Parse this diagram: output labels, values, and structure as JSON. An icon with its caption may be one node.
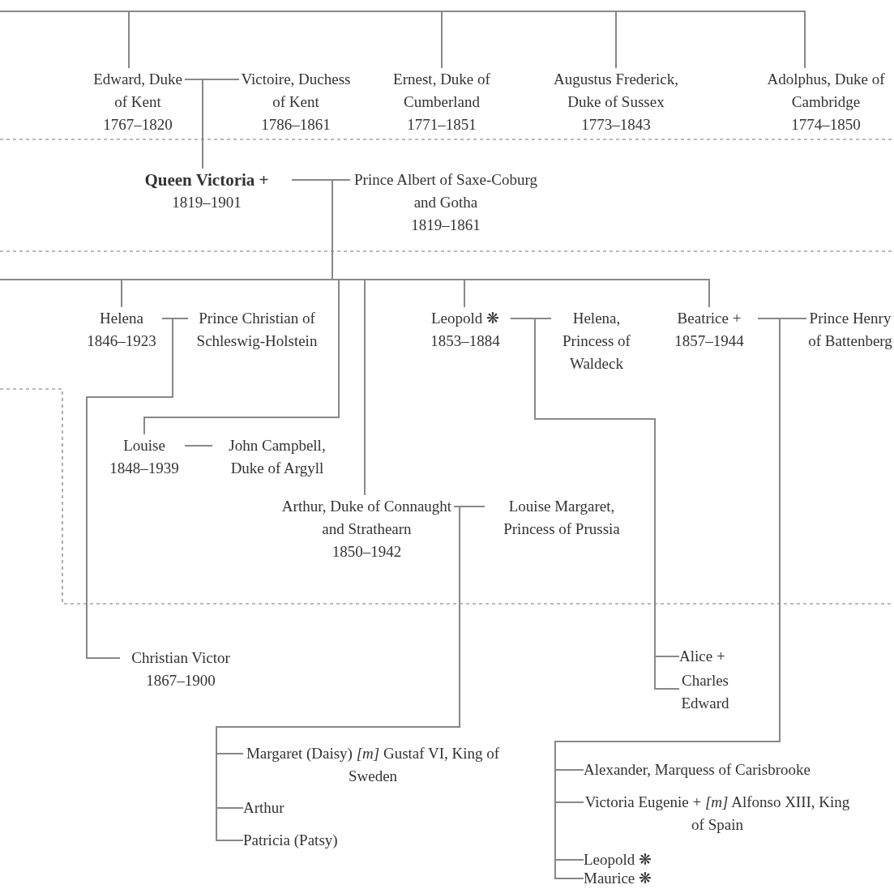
{
  "diagram": {
    "nodes": [
      {
        "text": [
          "Edward, Duke of Kent",
          "1767–1820"
        ]
      },
      {
        "text": [
          "Victoire, Duchess of Kent",
          "1786–1861"
        ]
      },
      {
        "text": [
          "Ernest, Duke of Cumberland",
          "1771–1851"
        ]
      },
      {
        "text": [
          "Augustus Frederick, Duke of Sussex",
          "1773–1843"
        ]
      },
      {
        "text": [
          "Adolphus, Duke of Cambridge",
          "1774–1850"
        ]
      },
      {
        "text": [
          "Queen Victoria +",
          "1819–1901"
        ]
      },
      {
        "text": [
          "Prince Albert of Saxe-Coburg and Gotha",
          "1819–1861"
        ]
      },
      {
        "text": [
          "Helena",
          "1846–1923"
        ]
      },
      {
        "text": [
          "Prince Christian of Schleswig-Holstein"
        ]
      },
      {
        "text": [
          "Louise",
          "1848–1939"
        ]
      },
      {
        "text": [
          "John Campbell, Duke of Argyll"
        ]
      },
      {
        "text": [
          "Arthur, Duke of Connaught and Strathearn",
          "1850–1942"
        ]
      },
      {
        "text": [
          "Louise Margaret, Princess of Prussia"
        ]
      },
      {
        "text": [
          "Leopold ❋",
          "1853–1884"
        ]
      },
      {
        "text": [
          "Helena, Princess of Waldeck"
        ]
      },
      {
        "text": [
          "Beatrice +",
          "1857–1944"
        ]
      },
      {
        "text": [
          "Prince Henry of Battenberg"
        ]
      },
      {
        "text": [
          "Christian Victor",
          "1867–1900"
        ]
      },
      {
        "text": [
          "Alice +"
        ]
      },
      {
        "text": [
          "Charles Edward"
        ]
      },
      {
        "text": [
          "Margaret (Daisy) *[m]* Gustaf VI, King of Sweden"
        ]
      },
      {
        "text": [
          "Arthur"
        ]
      },
      {
        "text": [
          "Patricia (Patsy)"
        ]
      },
      {
        "text": [
          "Alexander, Marquess of Carisbrooke"
        ]
      },
      {
        "text": [
          "Victoria Eugenie + *[m]* Alfonso XIII, King of Spain"
        ]
      },
      {
        "text": [
          "Leopold ❋"
        ]
      },
      {
        "text": [
          "Maurice ❋"
        ]
      }
    ],
    "edges": [
      {
        "from": null,
        "to": 0,
        "arrow": "none"
      },
      {
        "from": null,
        "to": 2,
        "arrow": "none"
      },
      {
        "from": null,
        "to": 3,
        "arrow": "none"
      },
      {
        "from": null,
        "to": 4,
        "arrow": "none"
      },
      {
        "from": 0,
        "to": 1,
        "arrow": "none"
      },
      {
        "from": 0,
        "to": 5,
        "arrow": "none"
      },
      {
        "from": 1,
        "to": 5,
        "arrow": "none"
      },
      {
        "from": 5,
        "to": 6,
        "arrow": "none"
      },
      {
        "from": 5,
        "to": 7,
        "arrow": "none"
      },
      {
        "from": 6,
        "to": 7,
        "arrow": "none"
      },
      {
        "from": 5,
        "to": 9,
        "arrow": "none"
      },
      {
        "from": 6,
        "to": 9,
        "arrow": "none"
      },
      {
        "from": 5,
        "to": 11,
        "arrow": "none"
      },
      {
        "from": 6,
        "to": 11,
        "arrow": "none"
      },
      {
        "from": 5,
        "to": 13,
        "arrow": "none"
      },
      {
        "from": 6,
        "to": 13,
        "arrow": "none"
      },
      {
        "from": 5,
        "to": 15,
        "arrow": "none"
      },
      {
        "from": 6,
        "to": 15,
        "arrow": "none"
      },
      {
        "from": 7,
        "to": 8,
        "arrow": "none"
      },
      {
        "from": 9,
        "to": 10,
        "arrow": "none"
      },
      {
        "from": 11,
        "to": 12,
        "arrow": "none"
      },
      {
        "from": 13,
        "to": 14,
        "arrow": "none"
      },
      {
        "from": 15,
        "to": 16,
        "arrow": "none"
      },
      {
        "from": 7,
        "to": 17,
        "arrow": "none"
      },
      {
        "from": 8,
        "to": 17,
        "arrow": "none"
      },
      {
        "from": 11,
        "to": 20,
        "arrow": "none"
      },
      {
        "from": 12,
        "to": 20,
        "arrow": "none"
      },
      {
        "from": 11,
        "to": 21,
        "arrow": "none"
      },
      {
        "from": 12,
        "to": 21,
        "arrow": "none"
      },
      {
        "from": 11,
        "to": 22,
        "arrow": "none"
      },
      {
        "from": 12,
        "to": 22,
        "arrow": "none"
      },
      {
        "from": 13,
        "to": 18,
        "arrow": "none"
      },
      {
        "from": 14,
        "to": 18,
        "arrow": "none"
      },
      {
        "from": 13,
        "to": 19,
        "arrow": "none"
      },
      {
        "from": 14,
        "to": 19,
        "arrow": "none"
      },
      {
        "from": 15,
        "to": 23,
        "arrow": "none"
      },
      {
        "from": 16,
        "to": 23,
        "arrow": "none"
      },
      {
        "from": 15,
        "to": 24,
        "arrow": "none"
      },
      {
        "from": 16,
        "to": 24,
        "arrow": "none"
      },
      {
        "from": 15,
        "to": 25,
        "arrow": "none"
      },
      {
        "from": 16,
        "to": 25,
        "arrow": "none"
      },
      {
        "from": 15,
        "to": 26,
        "arrow": "none"
      },
      {
        "from": 16,
        "to": 26,
        "arrow": "none"
      }
    ]
  }
}
